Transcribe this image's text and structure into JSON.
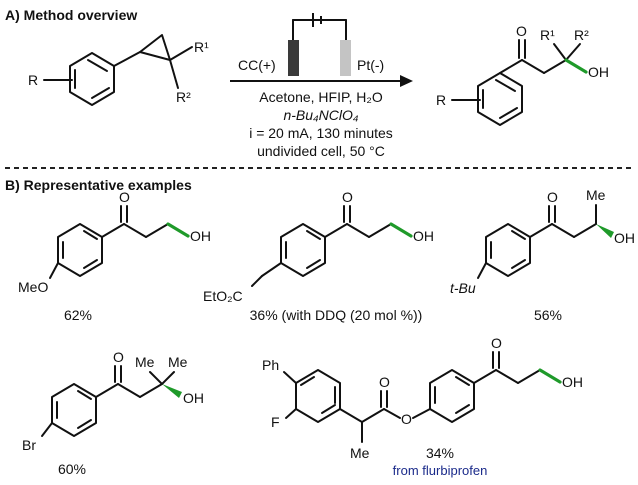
{
  "section_a": {
    "title": "A) Method overview"
  },
  "scheme": {
    "anode": "CC(+)",
    "cathode": "Pt(-)",
    "cond1": "Acetone, HFIP, H₂O",
    "cond2": "n-Bu₄NClO₄",
    "cond3": "i = 20 mA, 130 minutes",
    "cond4": "undivided cell, 50 °C",
    "sub_r": "R",
    "sub_r1": "R¹",
    "sub_r2": "R²",
    "prod_o": "O",
    "prod_r": "R",
    "prod_r1": "R¹",
    "prod_r2": "R²",
    "prod_oh": "OH"
  },
  "section_b": {
    "title": "B) Representative examples"
  },
  "examples": [
    {
      "yield": "62%",
      "sub": "MeO",
      "o": "O",
      "oh": "OH"
    },
    {
      "yield": "36% (with DDQ (20 mol %))",
      "sub": "EtO₂C",
      "o": "O",
      "oh": "OH"
    },
    {
      "yield": "56%",
      "sub": "t-Bu",
      "o": "O",
      "oh": "OH",
      "me": "Me"
    },
    {
      "yield": "60%",
      "sub": "Br",
      "o": "O",
      "oh": "OH",
      "me1": "Me",
      "me2": "Me"
    },
    {
      "yield": "34%",
      "note": "from flurbiprofen",
      "ph": "Ph",
      "f": "F",
      "me": "Me",
      "o1": "O",
      "o2": "O",
      "o3": "O",
      "oh": "OH"
    }
  ]
}
